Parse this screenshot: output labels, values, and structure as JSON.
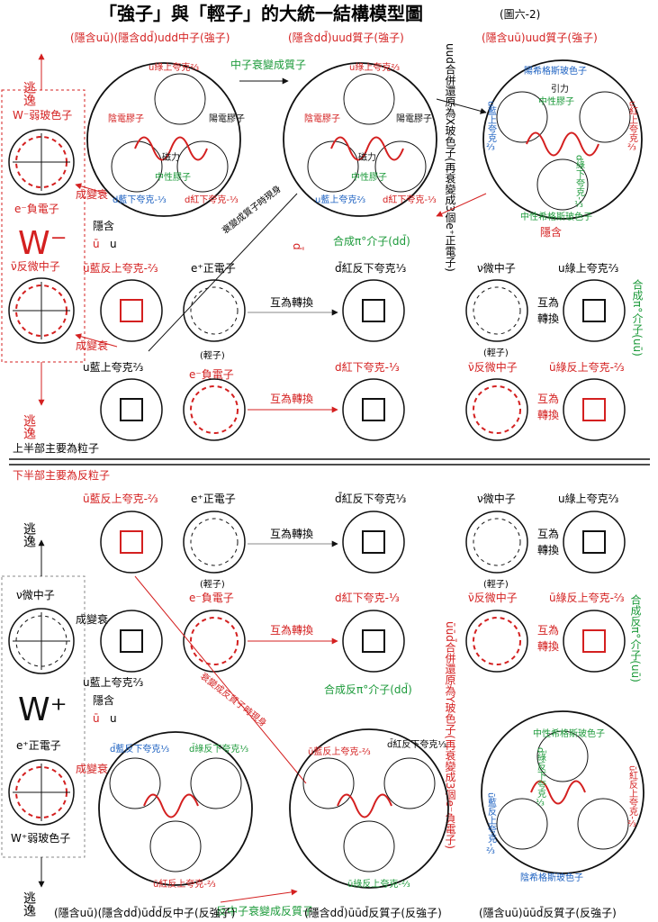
{
  "title": "「強子」與「輕子」的大統一結構模型圖",
  "title_suffix": "(圖六-2)",
  "colors": {
    "red": "#d42020",
    "black": "#111111",
    "green": "#1c9a3a",
    "blue": "#1a5fc0"
  },
  "top": {
    "header_left": "(隱含uū)(隱含dd̄)udd中子(強子)",
    "header_mid": "(隱含dd̄)uud質子(強子)",
    "header_right": "(隱含uū)uud質子(強子)",
    "neutron_to_proton": "中子衰變成質子",
    "labels_big_left": {
      "u_green": "u綠上夸克⅔",
      "yin_gluon": "陰電膠子",
      "yang_gluon": "陽電膠子",
      "magnetic": "磁力",
      "neutral_gluon": "中性膠子",
      "d_blue": "d藍下夸克-⅓",
      "d_red": "d紅下夸克-⅓"
    },
    "labels_big_mid": {
      "u_green": "u綠上夸克⅔",
      "yin_gluon": "陰電膠子",
      "yang_gluon": "陽電膠子",
      "magnetic": "磁力",
      "neutral_gluon": "中性膠子",
      "u_blue": "u藍上夸克⅔",
      "d_red": "d紅下夸克-⅓"
    },
    "labels_big_right": {
      "higgs_yang": "陽希格斯玻色子",
      "gravity": "引力",
      "neutral_gluon": "中性膠子",
      "u_blue": "u藍上夸克⅔",
      "u_red": "u紅上夸克⅔",
      "d_green": "d綠下夸克-⅓",
      "higgs_neutral": "中性希格斯玻色子"
    },
    "vertical_mid": "uud合併還原為X玻色子(再衰變成3個e⁺正電子)",
    "w_weak": "W⁻弱玻色子",
    "w_symbol": "W⁻",
    "escape": "逃逸",
    "electron": "e⁻負電子",
    "anti_neutrino": "ν̄反微中子",
    "become_decay": "成變衰",
    "contain": "隱含",
    "u_bar": "ū",
    "u": "u",
    "d_bar": "d̄",
    "decay_proton_path": "衰變成質子時現身",
    "form_pion": "合成π°介子(dd̄)",
    "form_pion_right": "合成π°介子(uū)",
    "anti_u_blue": "ū藍反上夸克-⅔",
    "u_blue_up": "u藍上夸克⅔",
    "positron": "e⁺正電子",
    "electron_light": "(輕子)",
    "electron_neg": "e⁻負電子",
    "mutual_convert": "互為轉換",
    "anti_d_red": "d̄紅反下夸克⅓",
    "d_red_down": "d紅下夸克-⅓",
    "neutrino": "ν微中子",
    "anti_neutrino2": "ν̄反微中子",
    "light_lepton": "(輕子)",
    "u_green_up": "u綠上夸克⅔",
    "anti_u_green": "ū綠反上夸克-⅔",
    "mutual": "互為",
    "convert": "轉換"
  },
  "divider": {
    "upper": "上半部主要為粒子",
    "lower": "下半部主要為反粒子"
  },
  "bottom": {
    "anti_u_blue": "ū藍反上夸克-⅔",
    "positron": "e⁺正電子",
    "anti_d_red": "d̄紅反下夸克⅓",
    "neutrino": "ν微中子",
    "u_green_up": "u綠上夸克⅔",
    "escape": "逃逸",
    "neutrino_side": "ν微中子",
    "become_decay": "成變衰",
    "electron_neg": "e⁻負電子",
    "light": "(輕子)",
    "d_red_down": "d紅下夸克-⅓",
    "anti_neutrino": "ν̄反微中子",
    "anti_u_green": "ū綠反上夸克-⅔",
    "mutual_convert": "互為轉換",
    "mutual": "互為",
    "convert": "轉換",
    "u_blue_up": "u藍上夸克⅔",
    "w_symbol": "W⁺",
    "contain": "隱含",
    "u_bar": "ū",
    "u": "u",
    "vertical_mid": "ūūd̄合併還原為Y玻色子(再衰變成3個e⁻負電子)",
    "form_anti_pion": "合成反π°介子(dd̄)",
    "form_anti_pion_right": "合成反π°介子(uū)",
    "decay_antiproton_path": "衰變成反質子時現身",
    "positron_side": "e⁺正電子",
    "w_weak": "W⁺弱玻色子",
    "become_decay2": "成變衰",
    "big_left_labels": {
      "d_blue_anti": "d̄藍反下夸克⅓",
      "d_green_anti": "d̄綠反下夸克⅓",
      "u_red_anti": "ū紅反上夸克-⅔"
    },
    "big_mid_labels": {
      "u_blue_anti": "ū藍反上夸克-⅔",
      "u_green_anti": "ū綠反上夸克-⅔",
      "d_red_anti": "d̄紅反下夸克⅓"
    },
    "big_right_labels": {
      "higgs_neutral": "中性希格斯玻色子",
      "d_green_anti": "d̄綠反下夸克⅓",
      "u_blue_anti": "ū藍反上夸克-⅔",
      "u_red_anti": "ū紅反上夸克-⅔",
      "higgs_yin": "陰希格斯玻色子"
    },
    "antineutron_to_antiproton": "反中子衰變成反質子",
    "footer_left": "(隱含uū)(隱含dd̄)ūd̄d̄反中子(反強子)",
    "footer_mid": "(隱含dd̄)ūūd̄反質子(反強子)",
    "footer_right": "(隱含uū)ūūd̄反質子(反強子)"
  }
}
